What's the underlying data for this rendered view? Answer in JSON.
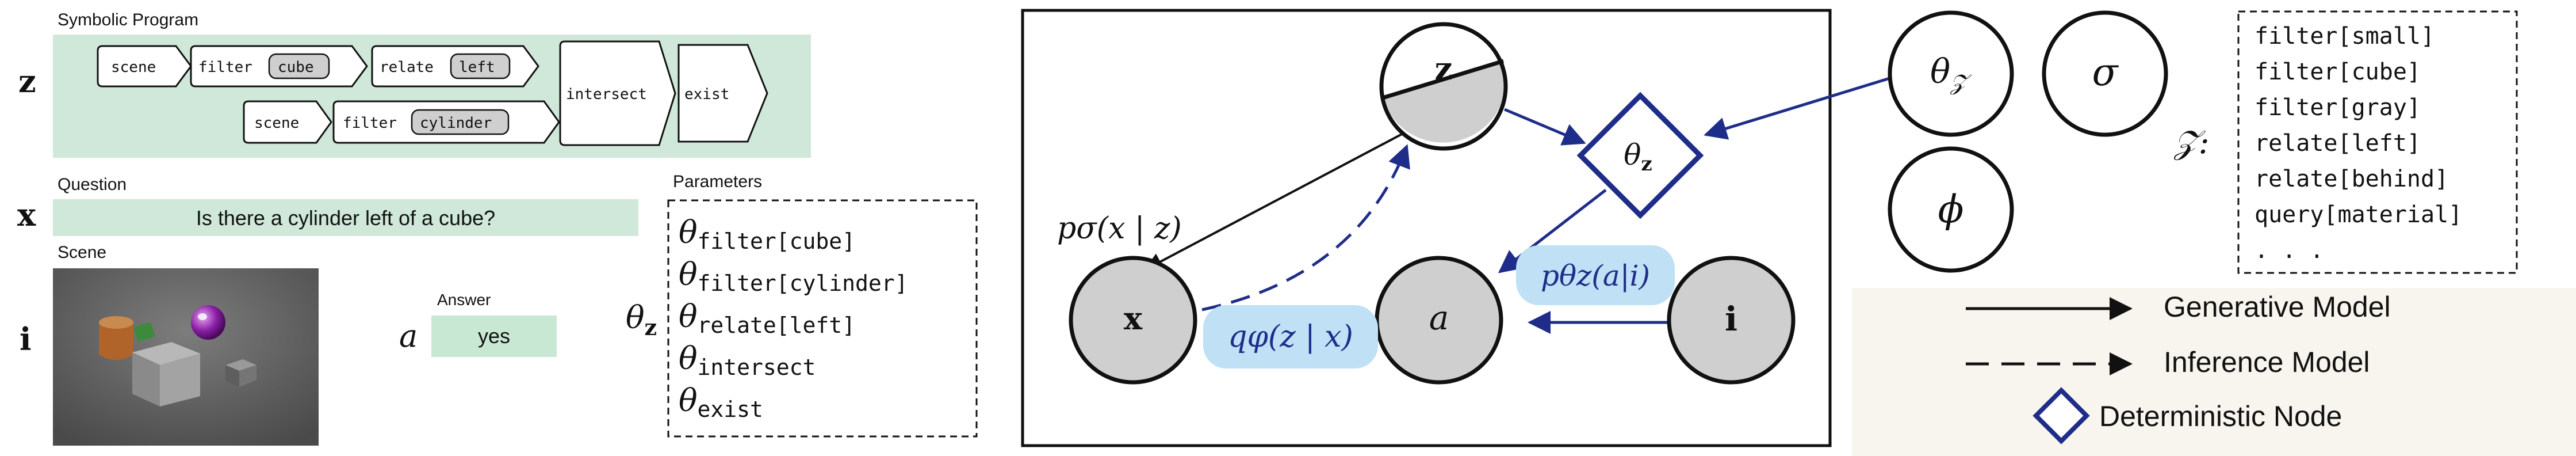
{
  "colors": {
    "green_panel": "#cfe8d9",
    "answer_green": "#c9e8d4",
    "gray_node": "#cfcfcf",
    "navy": "#1f2d8a",
    "light_blue": "#bfe0f5",
    "legend_bg": "#f8f5ef",
    "tag_gray": "#cfcfcf",
    "black": "#111111"
  },
  "left": {
    "symbolic_program_label": "Symbolic Program",
    "z_symbol": "z",
    "program_row1": [
      {
        "text": "scene",
        "tag": ""
      },
      {
        "text": "filter",
        "tag": "cube"
      },
      {
        "text": "relate",
        "tag": "left"
      }
    ],
    "program_row2": [
      {
        "text": "scene",
        "tag": ""
      },
      {
        "text": "filter",
        "tag": "cylinder"
      }
    ],
    "intersect_label": "intersect",
    "exist_label": "exist",
    "question_label": "Question",
    "x_symbol": "x",
    "question_text": "Is there a cylinder left of a cube?",
    "scene_label": "Scene",
    "i_symbol": "i",
    "answer_label": "Answer",
    "a_symbol": "a",
    "answer_text": "yes",
    "parameters_label": "Parameters",
    "theta_z_symbol": "θ",
    "theta_z_sub": "z",
    "parameters": [
      {
        "theta": "θ",
        "sub": "filter[cube]"
      },
      {
        "theta": "θ",
        "sub": "filter[cylinder]"
      },
      {
        "theta": "θ",
        "sub": "relate[left]"
      },
      {
        "theta": "θ",
        "sub": "intersect"
      },
      {
        "theta": "θ",
        "sub": "exist"
      }
    ]
  },
  "graph": {
    "node_z": "z",
    "node_x": "x",
    "node_a": "a",
    "node_i": "i",
    "theta_node": "θ",
    "theta_node_sub": "z",
    "p_sigma_label": "pσ(x | z)",
    "q_phi_label": "qφ(z | x)",
    "p_theta_label": "pθz(a|i)"
  },
  "right": {
    "theta_Z": "θ",
    "theta_Z_sub": "𝒵",
    "sigma": "σ",
    "phi": "ϕ",
    "Z_label": "𝒵:",
    "Z_list": [
      "filter[small]",
      "filter[cube]",
      "filter[gray]",
      "relate[left]",
      "relate[behind]",
      "query[material]",
      ". . ."
    ],
    "legend": [
      {
        "kind": "solid",
        "label": "Generative Model"
      },
      {
        "kind": "dashed",
        "label": "Inference Model"
      },
      {
        "kind": "diamond",
        "label": "Deterministic Node"
      }
    ]
  }
}
